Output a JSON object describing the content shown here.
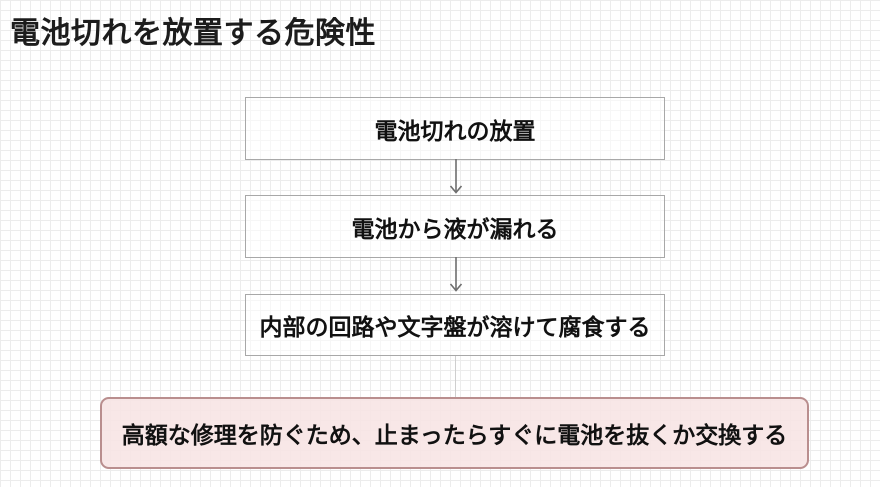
{
  "title": "電池切れを放置する危険性",
  "flow": {
    "steps": [
      {
        "label": "電池切れの放置"
      },
      {
        "label": "電池から液が漏れる"
      },
      {
        "label": "内部の回路や文字盤が溶けて腐食する"
      }
    ]
  },
  "conclusion": {
    "label": "高額な修理を防ぐため、止まったらすぐに電池を抜くか交換する"
  },
  "icons": {
    "arrow_down": "down-arrow"
  },
  "colors": {
    "background": "#ffffff",
    "grid_line": "#ececec",
    "step_box_border": "#a8a8a8",
    "arrow": "#6e6e6e",
    "connector": "#cfcfcf",
    "conclusion_bg": "#f7e4e4",
    "conclusion_border": "#b98e8e",
    "text": "#111111"
  }
}
